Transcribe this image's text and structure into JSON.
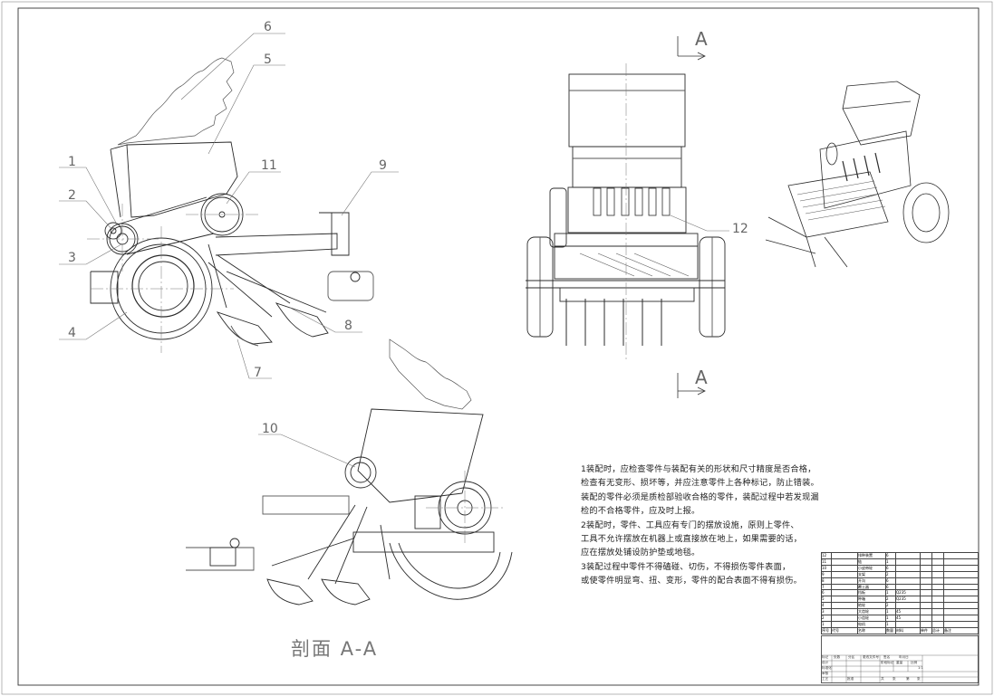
{
  "drawing": {
    "section_label": "A",
    "section_caption": "剖面 A-A",
    "balloons": [
      {
        "id": "6",
        "text": "6"
      },
      {
        "id": "5",
        "text": "5"
      },
      {
        "id": "1",
        "text": "1"
      },
      {
        "id": "2",
        "text": "2"
      },
      {
        "id": "3",
        "text": "3"
      },
      {
        "id": "4",
        "text": "4"
      },
      {
        "id": "11",
        "text": "11"
      },
      {
        "id": "9",
        "text": "9"
      },
      {
        "id": "8",
        "text": "8"
      },
      {
        "id": "7",
        "text": "7"
      },
      {
        "id": "12",
        "text": "12"
      },
      {
        "id": "10",
        "text": "10"
      }
    ]
  },
  "notes": [
    "1装配时，应检查零件与装配有关的形状和尺寸精度是否合格，",
    "检查有无变形、损坏等，并应注意零件上各种标记，防止错装。",
    "装配的零件必须是质检部验收合格的零件，装配过程中若发现漏",
    "检的不合格零件，应及时上报。",
    "2装配时，零件、工具应有专门的摆放设施，原则上零件、",
    "工具不允许摆放在机器上或直接放在地上，如果需要的话，",
    "应在摆放处铺设防护垫或地毯。",
    "3装配过程中零件不得磕碰、切伤，不得损伤零件表面，",
    "或使零件明显弯、扭、变形，零件的配合表面不得有损伤。"
  ],
  "bom": {
    "rows": [
      {
        "no": "12",
        "name": "排种装置",
        "qty": "6",
        "mat": ""
      },
      {
        "no": "11",
        "name": "链",
        "qty": "1",
        "mat": ""
      },
      {
        "no": "10",
        "name": "小皮带轮",
        "qty": "6",
        "mat": ""
      },
      {
        "no": "9",
        "name": "支架",
        "qty": "2",
        "mat": ""
      },
      {
        "no": "8",
        "name": "开沟",
        "qty": "6",
        "mat": ""
      },
      {
        "no": "7",
        "name": "覆土器",
        "qty": "6",
        "mat": ""
      },
      {
        "no": "6",
        "name": "挡板",
        "qty": "1",
        "mat": "Q235"
      },
      {
        "no": "5",
        "name": "种箱",
        "qty": "2",
        "mat": "Q235"
      },
      {
        "no": "4",
        "name": "地轮",
        "qty": "2",
        "mat": ""
      },
      {
        "no": "3",
        "name": "大齿轮",
        "qty": "1",
        "mat": "45"
      },
      {
        "no": "2",
        "name": "小齿轮",
        "qty": "1",
        "mat": "45"
      },
      {
        "no": "1",
        "name": "电机",
        "qty": "1",
        "mat": ""
      }
    ],
    "header": {
      "no": "序号",
      "code": "代号",
      "name": "名称",
      "qty": "数量",
      "mat": "材料",
      "unit": "单件",
      "total": "总计",
      "note": "备注"
    }
  },
  "title_block": {
    "labels": [
      "标记",
      "处数",
      "分区",
      "更改文件号",
      "签名",
      "年月日",
      "设计",
      "标准化",
      "阶段标记",
      "重量",
      "比例",
      "审核",
      "工艺",
      "批准",
      "共",
      "张",
      "第",
      "张"
    ],
    "scale": "1:1"
  },
  "colors": {
    "line": "#2b2b2b",
    "thin": "#555555",
    "leader": "#777777",
    "paper": "#ffffff"
  }
}
